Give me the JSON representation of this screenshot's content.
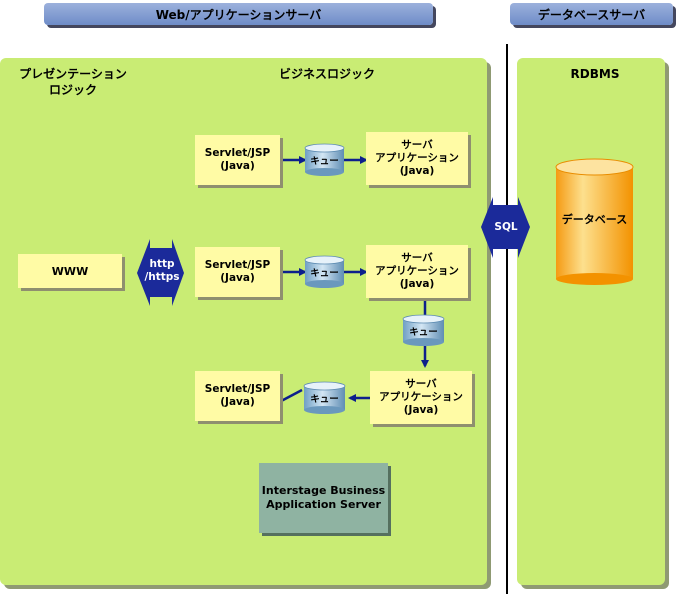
{
  "headers": {
    "web_app_server": "Web/アプリケーションサーバ",
    "db_server": "データベースサーバ"
  },
  "zones": {
    "presentation_line1": "プレゼンテーション",
    "presentation_line2": "ロジック",
    "business": "ビジネスロジック",
    "rdbms": "RDBMS"
  },
  "www": "WWW",
  "http_line1": "http",
  "http_line2": "/https",
  "sql": "SQL",
  "database": "データベース",
  "queue": "キュー",
  "servlet_line1": "Servlet/JSP",
  "servlet_line2": "(Java)",
  "app_line1": "サーバ",
  "app_line2": "アプリケーション",
  "app_line3": "(Java)",
  "interstage_line1": "Interstage Business",
  "interstage_line2": "Application Server",
  "colors": {
    "zone_green": "#c9ec74",
    "box_yellow": "#fffba5",
    "header_blue": "#7f98cf",
    "arrow_navy": "#0c1f8c",
    "db_orange": "#f7a21e",
    "interstage_teal": "#8fb3a2"
  }
}
